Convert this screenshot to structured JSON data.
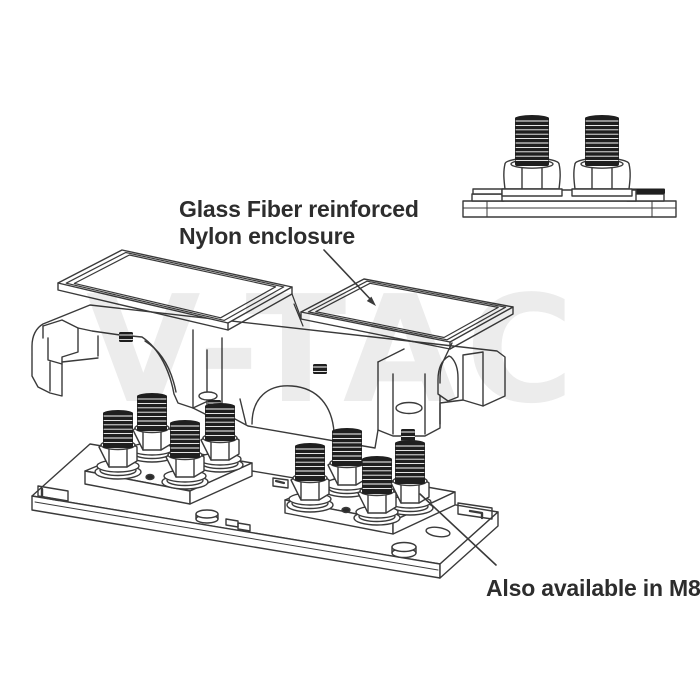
{
  "watermark": {
    "text": "V-TAC",
    "color": "#ececec"
  },
  "annotations": {
    "enclosure_label": {
      "line1": "Glass Fiber reinforced",
      "line2": "Nylon enclosure"
    },
    "m8_label": {
      "text": "Also available in M8"
    }
  },
  "illustration": {
    "main_view": "exploded-isometric-view-busbar-base-with-studs-and-cover",
    "secondary_view": "side-view-terminal-block-two-studs",
    "line_color": "#3a3a3a",
    "stud_color": "#1f1f1f",
    "background": "#ffffff",
    "text_color": "#2d2d2d"
  }
}
